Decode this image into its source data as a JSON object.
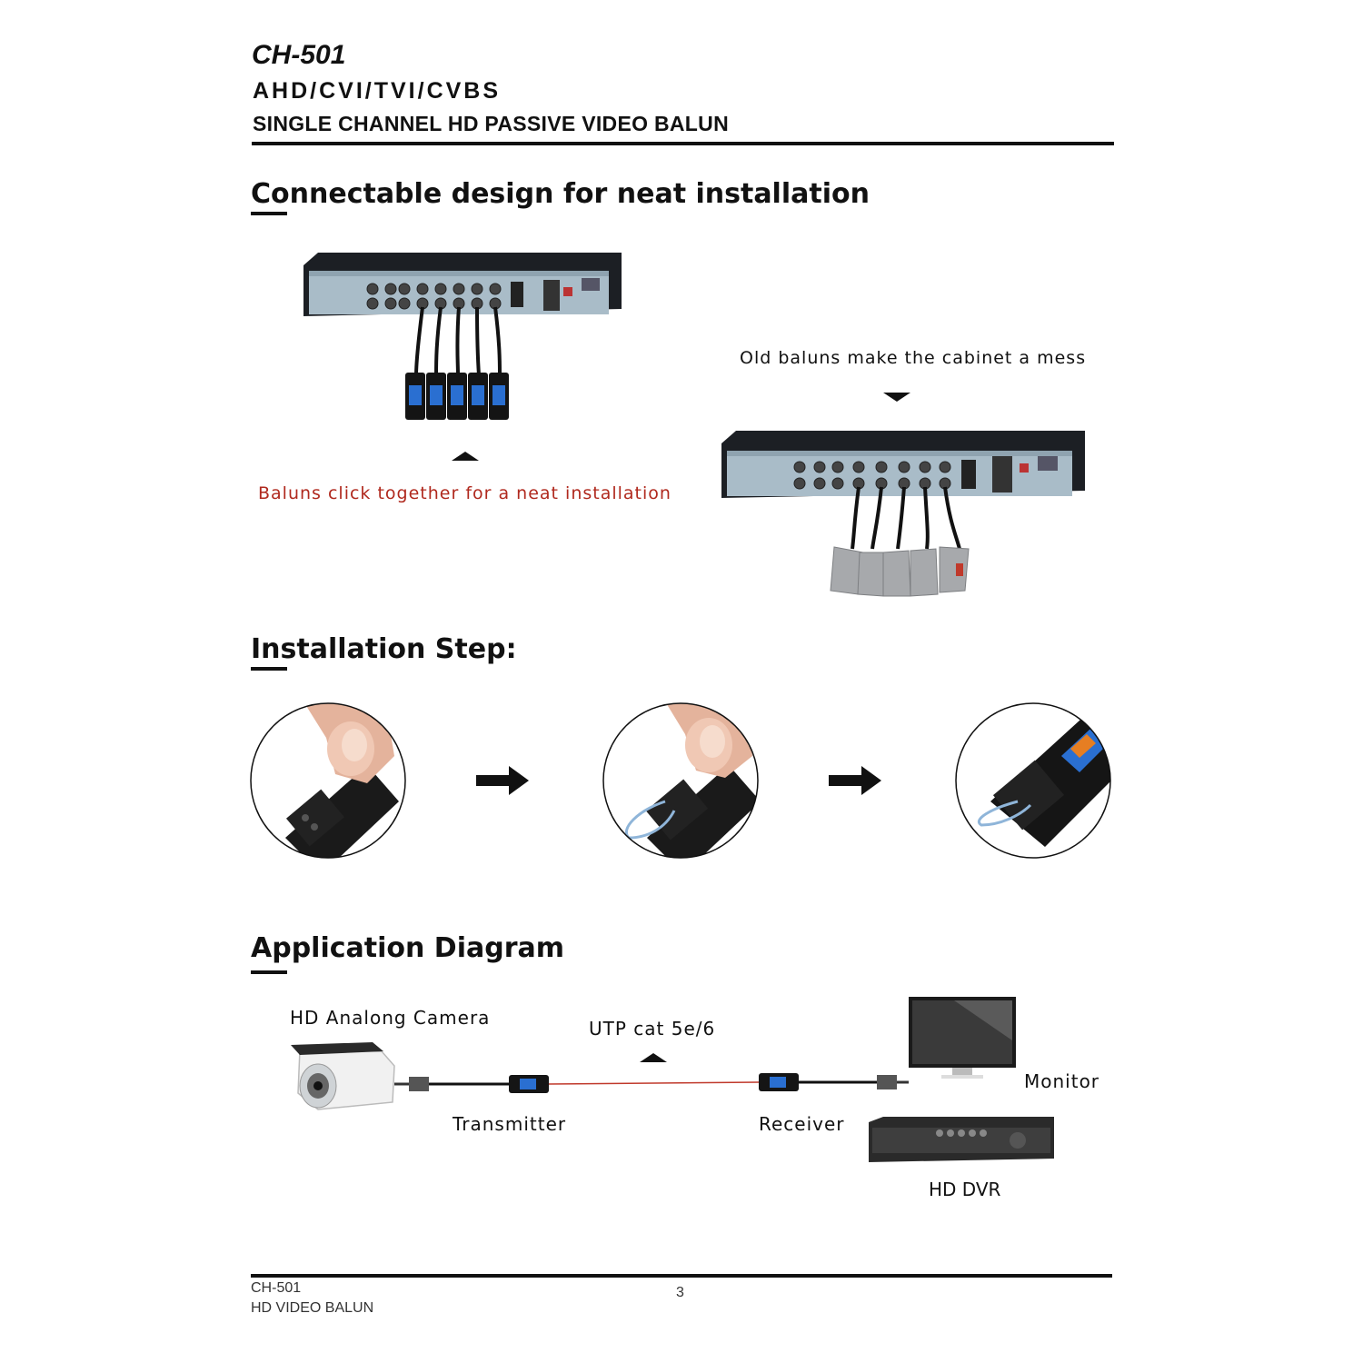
{
  "header": {
    "model": "CH-501",
    "formats": "AHD/CVI/TVI/CVBS",
    "product": "SINGLE CHANNEL HD PASSIVE VIDEO BALUN"
  },
  "section1": {
    "heading": "Connectable design for neat installation",
    "new_caption": "Baluns click together for a neat installation",
    "old_caption": "Old baluns make the cabinet a mess",
    "colors": {
      "new_caption": "#b0291e"
    }
  },
  "section2": {
    "heading": "Installation Step:"
  },
  "section3": {
    "heading": "Application Diagram",
    "camera_label": "HD Analong Camera",
    "cable_label": "UTP cat 5e/6",
    "transmitter_label": "Transmitter",
    "receiver_label": "Receiver",
    "monitor_label": "Monitor",
    "dvr_label": "HD DVR"
  },
  "footer": {
    "model": "CH-501",
    "product": "HD VIDEO BALUN",
    "page_number": "3"
  }
}
